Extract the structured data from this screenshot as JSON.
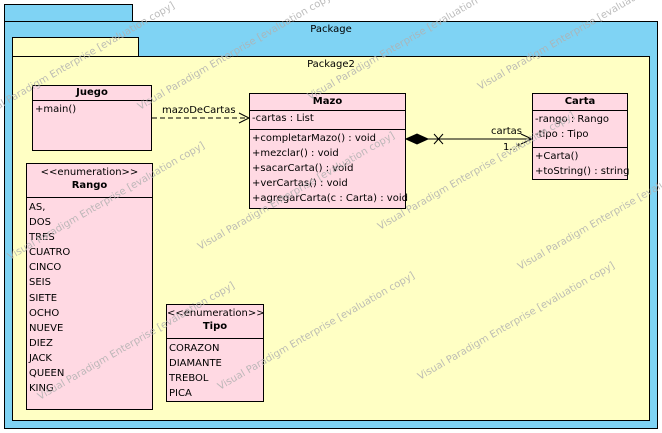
{
  "package": {
    "name": "Package"
  },
  "package2": {
    "name": "Package2"
  },
  "classes": {
    "juego": {
      "name": "Juego",
      "attributes": [],
      "operations": [
        "+main()"
      ]
    },
    "mazo": {
      "name": "Mazo",
      "attributes": [
        "-cartas : List"
      ],
      "operations": [
        "+completarMazo() : void",
        "+mezclar() : void",
        "+sacarCarta() : void",
        "+verCartas() : void",
        "+agregarCarta(c : Carta) : void"
      ]
    },
    "carta": {
      "name": "Carta",
      "attributes": [
        "-rango : Rango",
        "-tipo : Tipo"
      ],
      "operations": [
        "+Carta()",
        "+toString() : string"
      ]
    },
    "rango": {
      "stereotype": "<<enumeration>>",
      "name": "Rango",
      "literals": [
        "AS,",
        "DOS",
        "TRES",
        "CUATRO",
        "CINCO",
        "SEIS",
        "SIETE",
        "OCHO",
        "NUEVE",
        "DIEZ",
        "JACK",
        "QUEEN",
        "KING"
      ]
    },
    "tipo": {
      "stereotype": "<<enumeration>>",
      "name": "Tipo",
      "literals": [
        "CORAZON",
        "DIAMANTE",
        "TREBOL",
        "PICA"
      ]
    }
  },
  "relationships": {
    "dependency": {
      "label": "mazoDeCartas"
    },
    "composition": {
      "role": "cartas",
      "multiplicity": "1..*"
    }
  },
  "watermark": {
    "text": "Visual Paradigm Enterprise [evaluation copy]"
  }
}
